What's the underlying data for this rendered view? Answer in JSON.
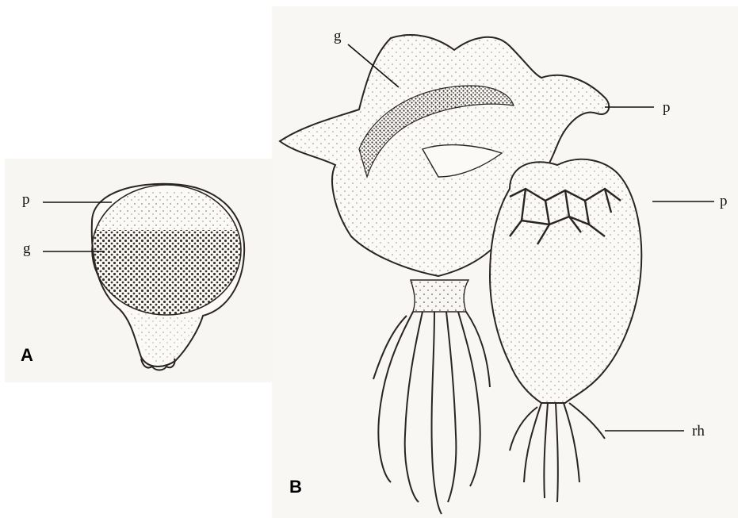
{
  "panels": {
    "a": {
      "letter": "A",
      "labels": {
        "p": "p",
        "g": "g"
      }
    },
    "b": {
      "letter": "B",
      "labels": {
        "g": "g",
        "p_upper": "p",
        "p_lower": "p",
        "rh": "rh"
      }
    }
  },
  "colors": {
    "ink": "#2a2522",
    "paper": "#f8f7f4",
    "fill_dark": "#3b3431"
  }
}
